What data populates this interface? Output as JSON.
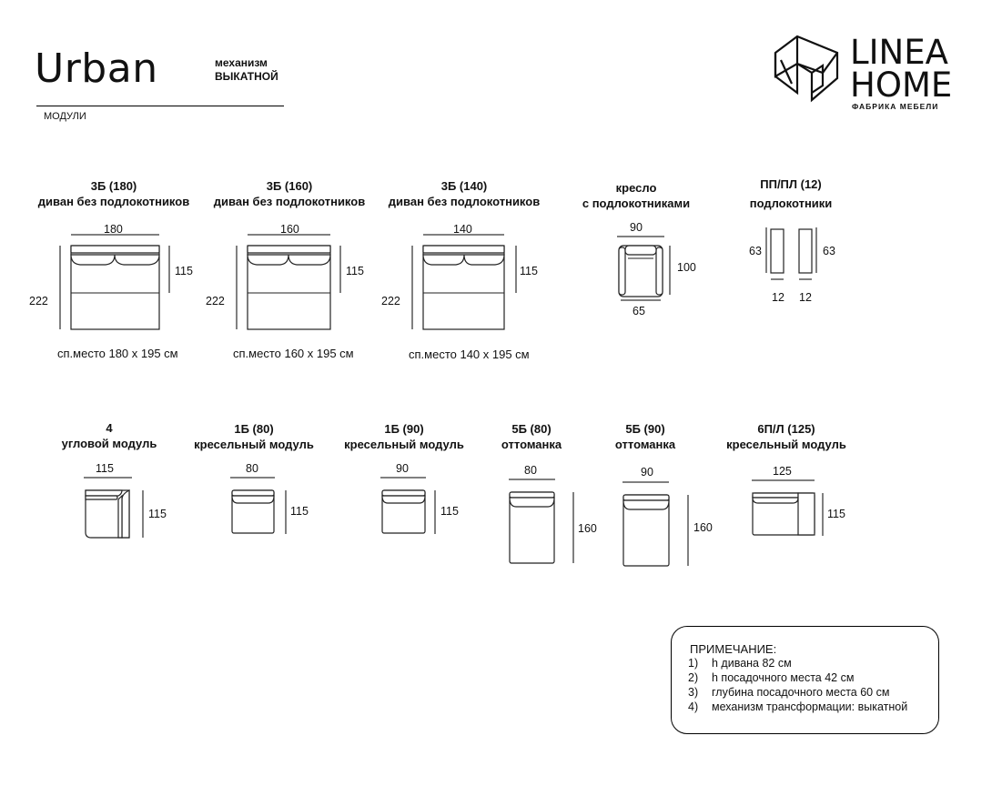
{
  "header": {
    "title": "Urban",
    "mechanism_label": "механизм",
    "mechanism_value": "ВЫКАТНОЙ",
    "modules_label": "МОДУЛИ"
  },
  "brand": {
    "line1": "LINEA",
    "line2": "HOME",
    "subtitle": "ФАБРИКА МЕБЕЛИ"
  },
  "modules_row1": [
    {
      "code": "3Б (180)",
      "name": "диван без подлокотников",
      "width": "180",
      "depth": "115",
      "length": "222",
      "bed": "сп.место  180 х 195 см"
    },
    {
      "code": "3Б (160)",
      "name": "диван без подлокотников",
      "width": "160",
      "depth": "115",
      "length": "222",
      "bed": "сп.место  160 х 195 см"
    },
    {
      "code": "3Б (140)",
      "name": "диван без подлокотников",
      "width": "140",
      "depth": "115",
      "length": "222",
      "bed": "сп.место 140 х 195 см"
    },
    {
      "code": "кресло",
      "name": "с подлокотниками",
      "width": "90",
      "depth": "100",
      "inner": "65"
    },
    {
      "code": "ПП/ПЛ (12)",
      "name": "подлокотники",
      "height_left": "63",
      "height_right": "63",
      "width_left": "12",
      "width_right": "12"
    }
  ],
  "modules_row2": [
    {
      "code": "4",
      "name": "угловой модуль",
      "width": "115",
      "depth": "115"
    },
    {
      "code": "1Б (80)",
      "name": "кресельный модуль",
      "width": "80",
      "depth": "115"
    },
    {
      "code": "1Б (90)",
      "name": "кресельный модуль",
      "width": "90",
      "depth": "115"
    },
    {
      "code": "5Б (80)",
      "name": "оттоманка",
      "width": "80",
      "depth": "160"
    },
    {
      "code": "5Б (90)",
      "name": "оттоманка",
      "width": "90",
      "depth": "160"
    },
    {
      "code": "6П/Л (125)",
      "name": "кресельный модуль",
      "width": "125",
      "depth": "115"
    }
  ],
  "note": {
    "title": "ПРИМЕЧАНИЕ:",
    "items": [
      {
        "num": "1)",
        "text": "h дивана  82 см"
      },
      {
        "num": "2)",
        "text": "h посадочного места 42 см"
      },
      {
        "num": "3)",
        "text": "глубина посадочного места 60 см"
      },
      {
        "num": "4)",
        "text": "механизм трансформации: выкатной"
      }
    ]
  }
}
